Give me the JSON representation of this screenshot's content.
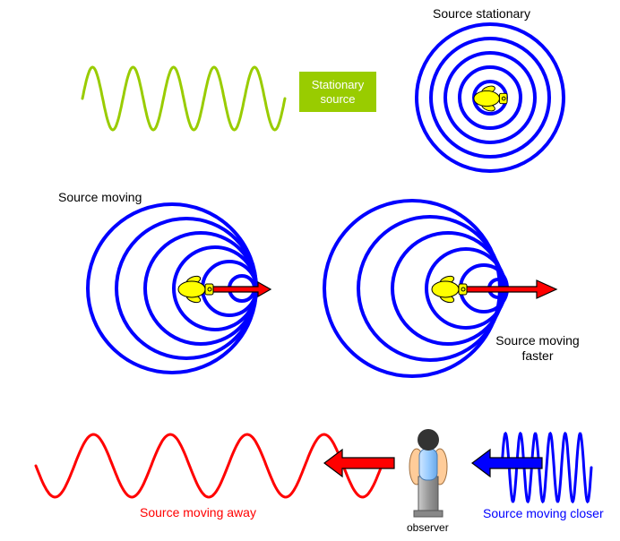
{
  "labels": {
    "source_stationary": "Source stationary",
    "stationary_source_badge": "Stationary source",
    "source_moving": "Source moving",
    "source_moving_faster": "Source moving faster",
    "source_moving_away": "Source moving away",
    "source_moving_closer": "Source moving closer",
    "observer": "observer"
  },
  "colors": {
    "stationary_wave": "#99cc00",
    "badge_fill": "#99cc00",
    "wavefront": "#0000ff",
    "away_wave": "#ff0000",
    "closer_wave": "#0000ff",
    "velocity_arrow": "#ff0000",
    "away_arrow": "#ff0000",
    "closer_arrow": "#0000ff",
    "source_body": "#ffff00",
    "observer_head": "#333333",
    "observer_body": "#99ccff",
    "observer_arms": "#ffcc99",
    "observer_legs": "#999999"
  },
  "scenes": {
    "stationary": {
      "wavefront_count": 5,
      "source_speed": 0
    },
    "moving": {
      "wavefront_count": 6,
      "source_speed": 1
    },
    "moving_faster": {
      "wavefront_count": 6,
      "source_speed": 2
    }
  },
  "waves": {
    "stationary": {
      "cycles": 5
    },
    "away": {
      "cycles": 4.5
    },
    "closer": {
      "cycles": 6
    }
  }
}
